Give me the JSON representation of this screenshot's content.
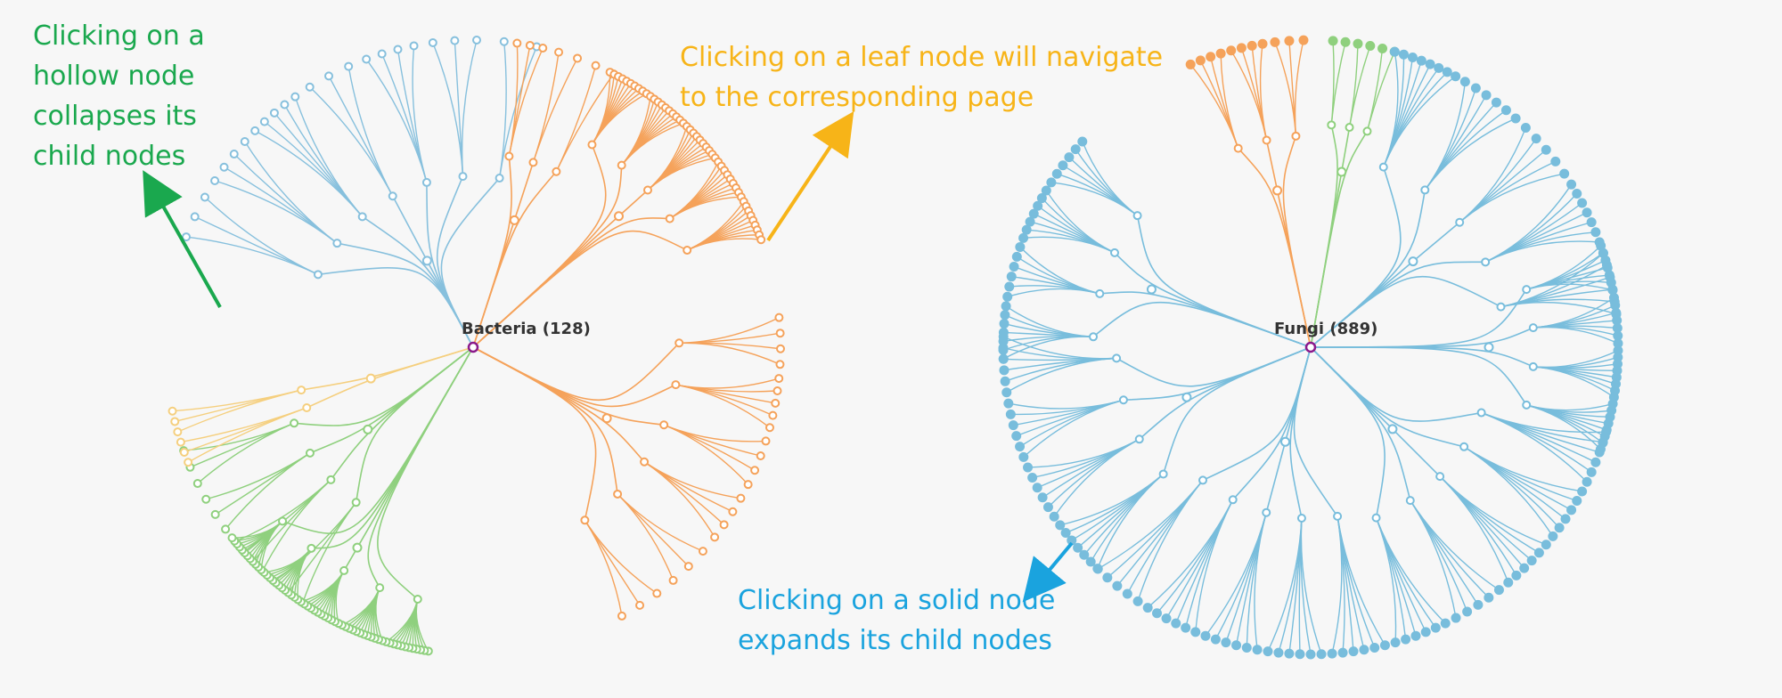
{
  "trees": [
    {
      "label": "Bacteria (128)",
      "colors": [
        "#87c0dd",
        "#f5a25a",
        "#8fd07e",
        "#f5cf7e"
      ],
      "root_color": "#8b1a8b"
    },
    {
      "label": "Fungi (889)",
      "colors": [
        "#78bddc",
        "#f5a25a",
        "#8fd07e"
      ],
      "root_color": "#8b1a8b"
    }
  ],
  "annotations": {
    "hollow": {
      "lines": [
        "Clicking on a",
        "hollow node",
        "collapses its",
        "child nodes"
      ],
      "color": "#1aa84e"
    },
    "leaf": {
      "lines": [
        "Clicking on a leaf node will navigate",
        "to the corresponding page"
      ],
      "color": "#f7b418"
    },
    "solid": {
      "lines": [
        "Clicking on a solid node",
        "expands its child nodes"
      ],
      "color": "#1aa3de"
    }
  }
}
